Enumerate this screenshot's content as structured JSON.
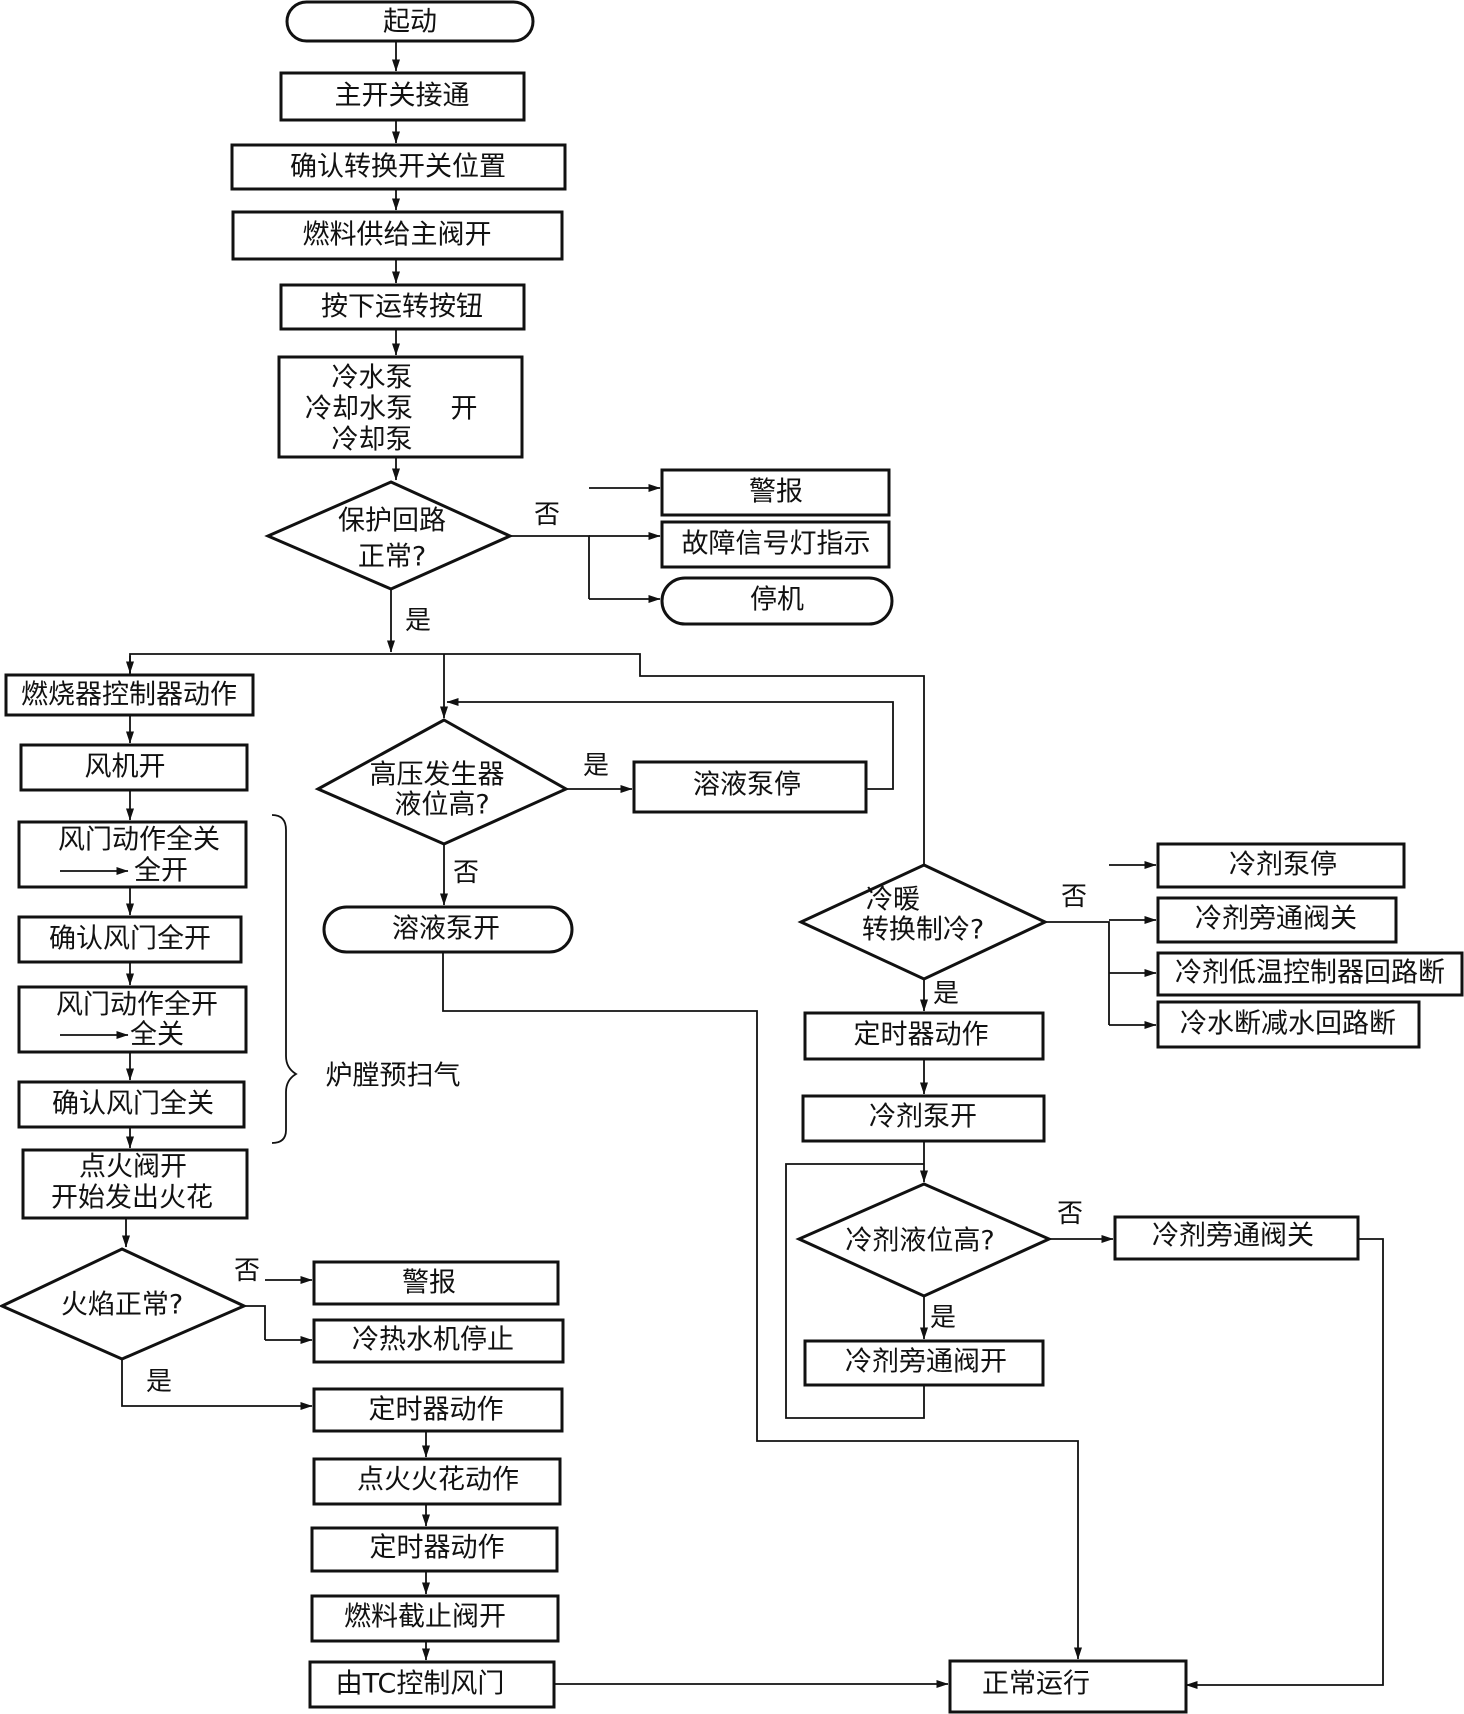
{
  "nodes": {
    "start": "起动",
    "main_switch": "主开关接通",
    "confirm_switch": "确认转换开关位置",
    "fuel_valve": "燃料供给主阀开",
    "press_run": "按下运转按钮",
    "pumps": [
      "冷水泵",
      "冷却水泵",
      "冷却泵"
    ],
    "pumps_on": "开",
    "protect_q": [
      "保护回路",
      "正常?"
    ],
    "alarm1": "警报",
    "fault_light": "故障信号灯指示",
    "shutdown": "停机",
    "burner_ctrl": "燃烧器控制器动作",
    "fan_on": "风机开",
    "damper_open": [
      "风门动作全关",
      "全开"
    ],
    "confirm_open": "确认风门全开",
    "damper_close": [
      "风门动作全开",
      "全关"
    ],
    "confirm_close": "确认风门全关",
    "purge": "炉膛预扫气",
    "ignition": [
      "点火阀开",
      "开始发出火花"
    ],
    "flame_q": "火焰正常?",
    "alarm2": "警报",
    "chiller_stop": "冷热水机停止",
    "timer1": "定时器动作",
    "spark": "点火火花动作",
    "timer2": "定时器动作",
    "fuel_cutoff": "燃料截止阀开",
    "tc_damper": "由TC控制风门",
    "normal": "正常运行",
    "hp_q": [
      "高压发生器",
      "液位高?"
    ],
    "sol_pump_stop": "溶液泵停",
    "sol_pump_on": "溶液泵开",
    "mode_q": [
      "冷暖",
      "转换制冷?"
    ],
    "ref_pump_stop": "冷剂泵停",
    "ref_bypass_close1": "冷剂旁通阀关",
    "ref_lowtemp_off": "冷剂低温控制器回路断",
    "chw_off": "冷水断减水回路断",
    "timer3": "定时器动作",
    "ref_pump_on": "冷剂泵开",
    "ref_level_q": "冷剂液位高?",
    "ref_bypass_close2": "冷剂旁通阀关",
    "ref_bypass_open": "冷剂旁通阀开"
  },
  "edges": {
    "yes": "是",
    "no": "否"
  }
}
